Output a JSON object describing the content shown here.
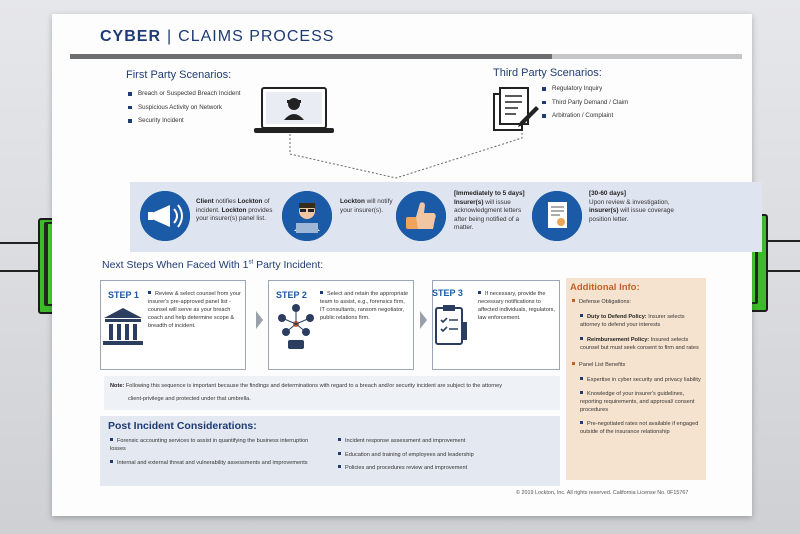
{
  "header": {
    "brand": "CYBER",
    "separator": "|",
    "title": "CLAIMS PROCESS"
  },
  "first_party": {
    "heading": "First Party Scenarios:",
    "items": [
      "Breach or Suspected Breach Incident",
      "Suspicious Activity on Network",
      "Security Incident"
    ]
  },
  "third_party": {
    "heading": "Third Party Scenarios:",
    "items": [
      "Regulatory Inquiry",
      "Third Party Demand / Claim",
      "Arbitration / Complaint"
    ]
  },
  "process": {
    "s1": {
      "b1": "Client",
      "t1": " notifies ",
      "b2": "Lockton",
      "t2": " of incident. ",
      "b3": "Lockton",
      "t3": " provides your insurer(s) panel list."
    },
    "s2": {
      "b1": "Lockton",
      "t1": " will notify your insurer(s)."
    },
    "s3": {
      "b1": "[Immediately to 5 days]",
      "b2": "Insurer(s)",
      "t1": " will issue acknowledgment letters after being notified of a matter."
    },
    "s4": {
      "b1": "[30-60 days]",
      "t1": "Upon review & investigation, ",
      "b2": "insurer(s)",
      "t2": " will issue coverage position letter."
    }
  },
  "next_steps": {
    "heading_pre": "Next Steps When Faced With 1",
    "heading_sup": "st",
    "heading_post": " Party Incident:",
    "steps": [
      {
        "label": "STEP 1",
        "text": "Review & select counsel from your insurer's pre-approved panel list - counsel will serve as your breach coach and help determine scope & breadth of incident."
      },
      {
        "label": "STEP 2",
        "text": "Select and retain the appropriate team to assist, e.g., forensics firm, IT consultants, ransom negotiator, public relations firm."
      },
      {
        "label": "STEP 3",
        "text": "If necessary, provide the necessary notifications to affected individuals, regulators, law enforcement."
      }
    ]
  },
  "note": {
    "label": "Note:",
    "line1": " Following this sequence is important because the findings and determinations with regard to a breach and/or security incident are subject to the attorney",
    "line2": "client-privilege and protected under that umbrella."
  },
  "post": {
    "heading": "Post Incident Considerations:",
    "left": [
      "Forensic accounting services to assist in quantifying the business interruption losses",
      "Internal and external threat and vulnerability assessments and improvements"
    ],
    "right": [
      "Incident response assessment and improvement",
      "Education and training of employees and leadership",
      "Policies and procedures review and improvement"
    ]
  },
  "additional": {
    "heading": "Additional Info:",
    "defense_heading": "Defense Obligations:",
    "duty_bold": "Duty to Defend Policy:",
    "duty_text": " Insurer selects attorney to defend your interests",
    "reimb_bold": "Reimbursement Policy:",
    "reimb_text": " Insured selects counsel but must seek consent to firm and rates",
    "panel_heading": "Panel List Benefits",
    "panel_items": [
      "Expertise in cyber security and privacy liability",
      "Knowledge of your insurer's guidelines, reporting requirements, and approval/ consent procedures",
      "Pre-negotiated rates not available if engaged outside of the insurance relationship"
    ]
  },
  "footer": "© 2019 Lockton, Inc. All rights reserved. California License No. 0F15767",
  "colors": {
    "navy": "#1f3b73",
    "blue": "#1a5aa6",
    "orange": "#c2622a",
    "clip_green": "#3dbb2a"
  }
}
